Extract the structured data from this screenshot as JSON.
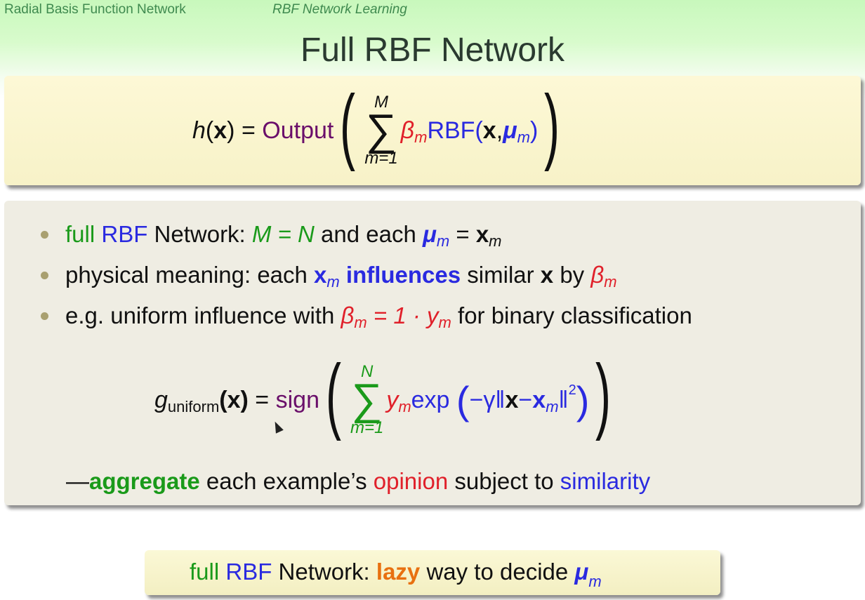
{
  "header": {
    "left": "Radial Basis Function Network",
    "right": "RBF Network Learning"
  },
  "title": "Full RBF Network",
  "formula1": {
    "lhs": "h",
    "x": "x",
    "eq": "=",
    "op": "Output",
    "upper": "M",
    "sigma": "∑",
    "lower": "m=1",
    "beta": "β",
    "m": "m",
    "rbf": "RBF(",
    "mu": "μ",
    "comma": ", ",
    "close": ")"
  },
  "bullets": [
    {
      "p1": "full",
      "p2": " RBF",
      "p3": " Network: ",
      "p4": "M = N",
      "p5": " and each ",
      "p6": "μ",
      "p6s": "m",
      "p7": " = ",
      "p8": "x",
      "p8s": "m"
    },
    {
      "p1": "physical meaning: each ",
      "p2": "x",
      "p2s": "m",
      "p3": " influences",
      "p4": " similar ",
      "p5": "x",
      "p6": " by ",
      "p7": "β",
      "p7s": "m"
    },
    {
      "p1": "e.g. uniform influence with ",
      "p2": "β",
      "p2s": "m",
      "p3": " = 1 · y",
      "p3s": "m",
      "p4": " for binary classification"
    }
  ],
  "formula2": {
    "g": "g",
    "gsub": "uniform",
    "x": "(x)",
    "eq": "=",
    "op": "sign",
    "upper": "N",
    "sigma": "∑",
    "lower": "m=1",
    "y": "y",
    "m": "m",
    "exp": "exp",
    "inner1": "−γ‖",
    "xb": "x",
    "minus": " − ",
    "xm": "x",
    "norm": "‖",
    "sq": "2"
  },
  "aggregate": {
    "dash": "—",
    "w1": "aggregate",
    "w2": " each example’s ",
    "w3": "opinion",
    "w4": " subject to ",
    "w5": "similarity"
  },
  "summary": {
    "w1": "full",
    "w2": " RBF",
    "w3": " Network: ",
    "w4": "lazy",
    "w5": " way to decide ",
    "mu": "μ",
    "m": "m"
  }
}
